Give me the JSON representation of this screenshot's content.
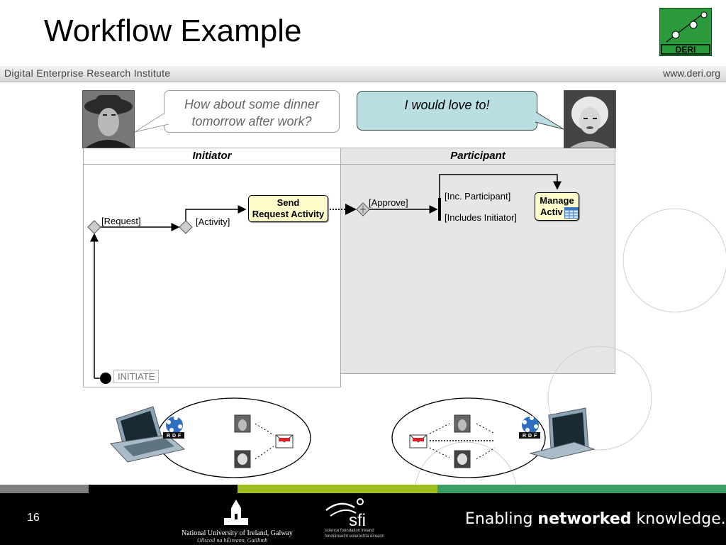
{
  "slide": {
    "title": "Workflow Example",
    "institute": "Digital Enterprise Research Institute",
    "url": "www.deri.org",
    "logo_text": "DERI",
    "page_number": "16"
  },
  "dialogue": {
    "question": [
      "How about some dinner",
      "tomorrow after work?"
    ],
    "answer": "I would love to!"
  },
  "lanes": {
    "initiator": "Initiator",
    "participant": "Participant"
  },
  "workflow": {
    "request_label": "[Request]",
    "activity_label": "[Activity]",
    "send_activity": [
      "Send",
      "Request Activity"
    ],
    "approve_label": "[Approve]",
    "inc_participant_label": "[Inc. Participant]",
    "includes_initiator_label": "[Includes Initiator]",
    "manage_activity": [
      "Manage",
      "Activ"
    ],
    "initiate_label": "INITIATE"
  },
  "rdf_badge": [
    "R",
    "D",
    "F"
  ],
  "footer": {
    "tagline_pre": "Enabling ",
    "tagline_bold": "networked",
    "tagline_post": " knowledge.",
    "nuig_line1": "National University of Ireland, Galway",
    "nuig_line2": "Ollscoil na hÉireann, Gaillimh",
    "sfi": "sfi",
    "sfi_sub1": "science foundation ireland",
    "sfi_sub2": "fondúireacht eolaíochta éireann"
  },
  "colors": {
    "footer_strip": [
      "#808080",
      "#000000",
      "#9cbf1f",
      "#3a9e66"
    ],
    "bubble_answer": "#b9dfe3",
    "activity_fill": "#fffccc",
    "participant_lane": "#e6e6e6",
    "logo_green": "#2a9a3c"
  }
}
